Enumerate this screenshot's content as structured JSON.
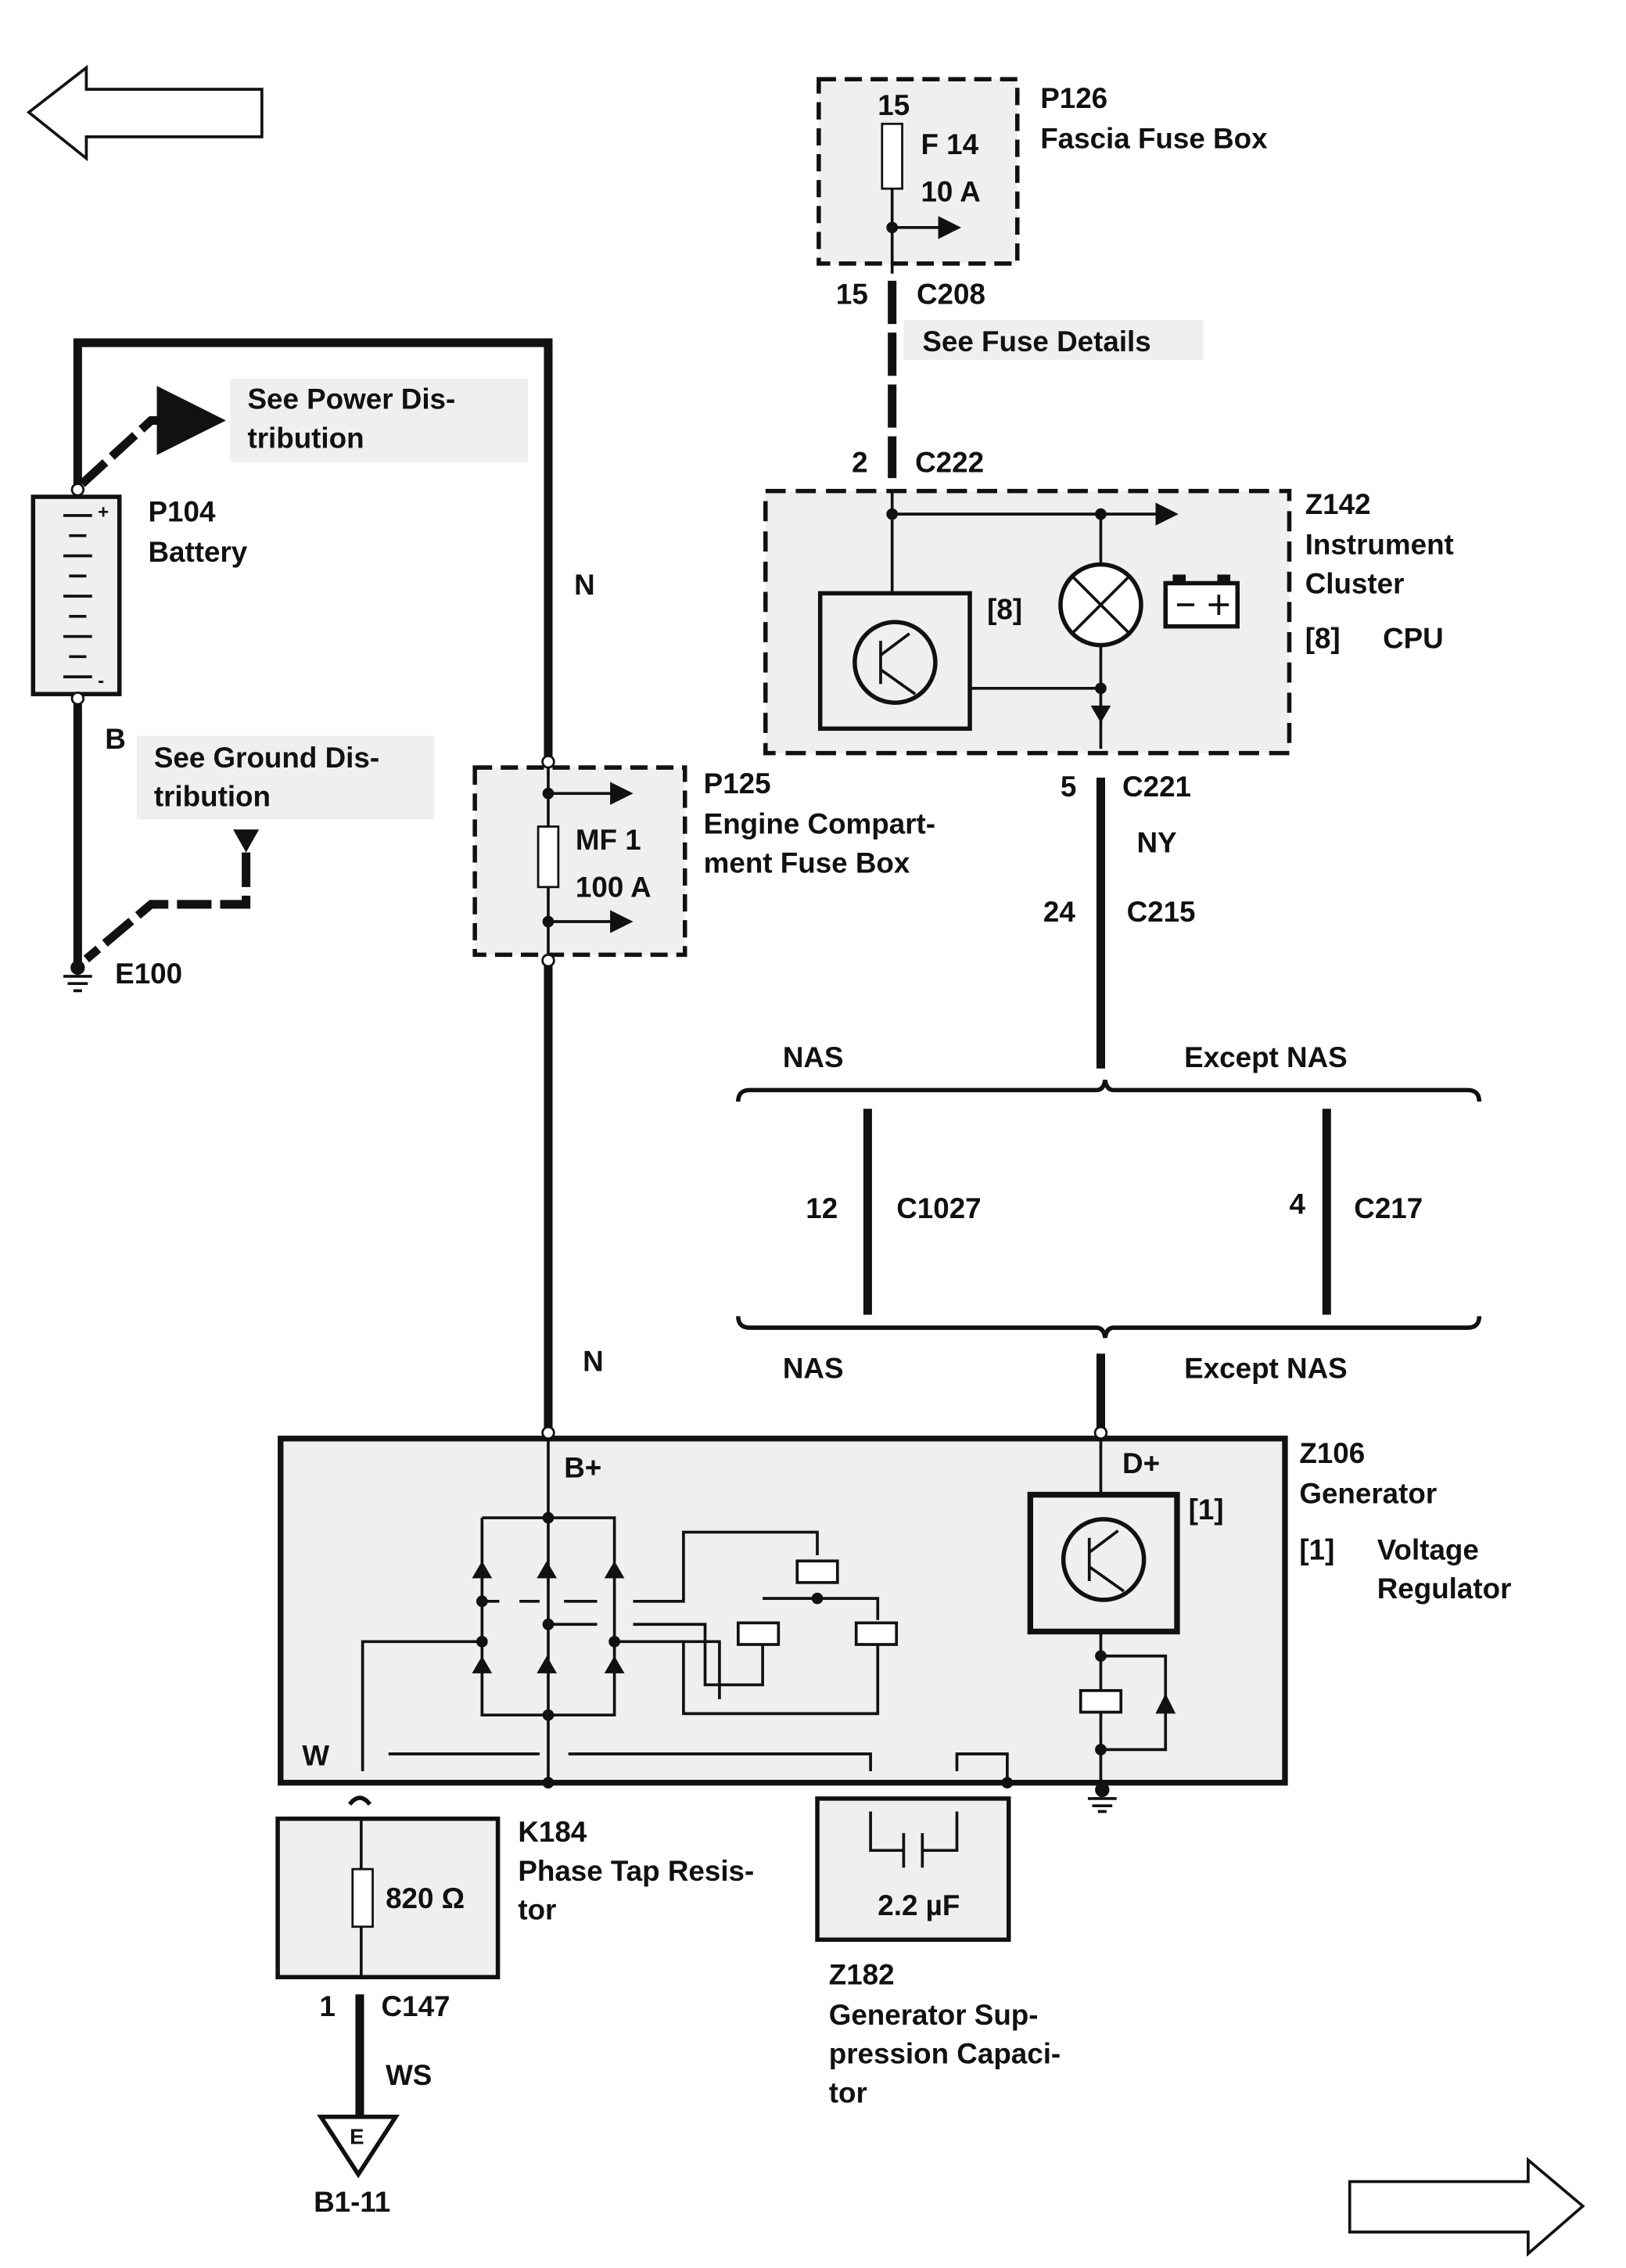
{
  "navigation": {
    "prev_icon": "arrow-left-icon",
    "next_icon": "arrow-right-icon"
  },
  "p126": {
    "id": "P126",
    "name": "Fascia Fuse Box",
    "pin": "15",
    "fuse": "F 14",
    "rating": "10 A"
  },
  "c208": {
    "pin": "15",
    "id": "C208"
  },
  "fuse_note": "See Fuse Details",
  "c222": {
    "pin": "2",
    "id": "C222"
  },
  "z142": {
    "id": "Z142",
    "name_1": "Instrument",
    "name_2": "Cluster",
    "ref": "[8]",
    "legend_ref": "[8]",
    "legend_text": "CPU"
  },
  "c221": {
    "pin": "5",
    "id": "C221"
  },
  "wire_ny": "NY",
  "c215": {
    "pin": "24",
    "id": "C215"
  },
  "variants": {
    "top_left": "NAS",
    "top_right": "Except NAS",
    "bottom_left": "NAS",
    "bottom_right": "Except NAS"
  },
  "c1027": {
    "pin": "12",
    "id": "C1027"
  },
  "c217": {
    "pin": "4",
    "id": "C217"
  },
  "p104": {
    "id": "P104",
    "name": "Battery",
    "plus": "+",
    "minus": "-"
  },
  "power_note": {
    "line1": "See Power Dis-",
    "line2": "tribution"
  },
  "ground_note": {
    "line1": "See Ground Dis-",
    "line2": "tribution"
  },
  "wire_b": "B",
  "e100": "E100",
  "wire_n_top": "N",
  "wire_n_bottom": "N",
  "p125": {
    "id": "P125",
    "name_1": "Engine Compart-",
    "name_2": "ment Fuse Box",
    "fuse": "MF 1",
    "rating": "100 A"
  },
  "z106": {
    "id": "Z106",
    "name": "Generator",
    "bplus": "B+",
    "dplus": "D+",
    "w": "W",
    "ref": "[1]",
    "legend_ref": "[1]",
    "legend_1": "Voltage",
    "legend_2": "Regulator"
  },
  "k184": {
    "id": "K184",
    "name_1": "Phase Tap Resis-",
    "name_2": "tor",
    "value": "820 Ω"
  },
  "c147": {
    "pin": "1",
    "id": "C147"
  },
  "wire_ws": "WS",
  "ground_e": {
    "letter": "E",
    "ref": "B1-11"
  },
  "z182": {
    "id": "Z182",
    "name_1": "Generator Sup-",
    "name_2": "pression Capaci-",
    "name_3": "tor",
    "value": "2.2 µF"
  }
}
